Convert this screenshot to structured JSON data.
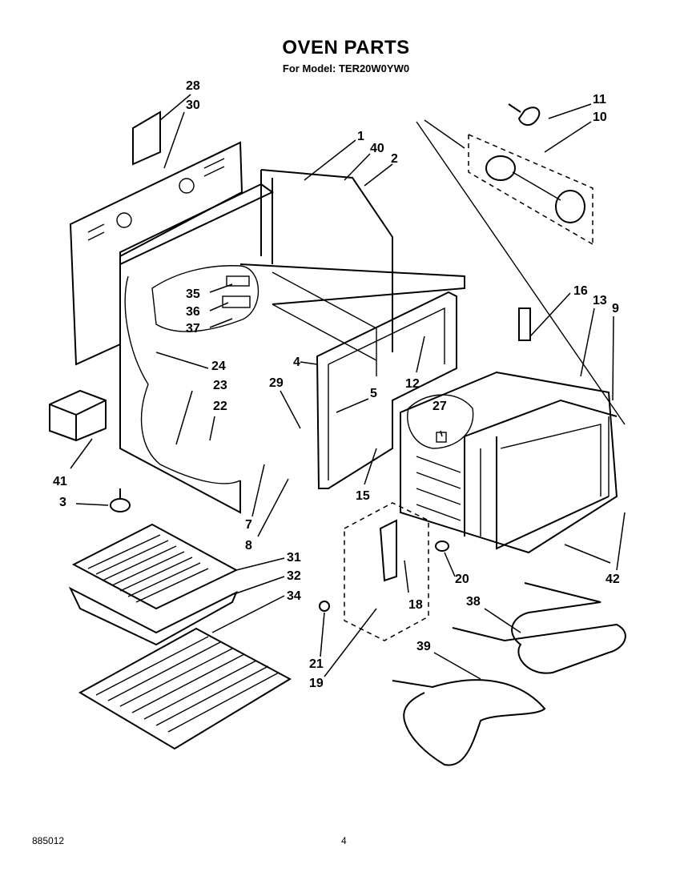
{
  "header": {
    "title": "OVEN PARTS",
    "subtitle": "For Model: TER20W0YW0"
  },
  "callouts": {
    "c1": "1",
    "c2": "2",
    "c3": "3",
    "c4": "4",
    "c5": "5",
    "c7": "7",
    "c8": "8",
    "c9": "9",
    "c10": "10",
    "c11": "11",
    "c12": "12",
    "c13": "13",
    "c15": "15",
    "c16": "16",
    "c18": "18",
    "c19": "19",
    "c20": "20",
    "c21": "21",
    "c22": "22",
    "c23": "23",
    "c24": "24",
    "c27": "27",
    "c28": "28",
    "c29": "29",
    "c30": "30",
    "c31": "31",
    "c32": "32",
    "c34": "34",
    "c35": "35",
    "c36": "36",
    "c37": "37",
    "c38": "38",
    "c39": "39",
    "c40": "40",
    "c41": "41",
    "c42": "42"
  },
  "footer": {
    "code": "885012",
    "page": "4"
  }
}
